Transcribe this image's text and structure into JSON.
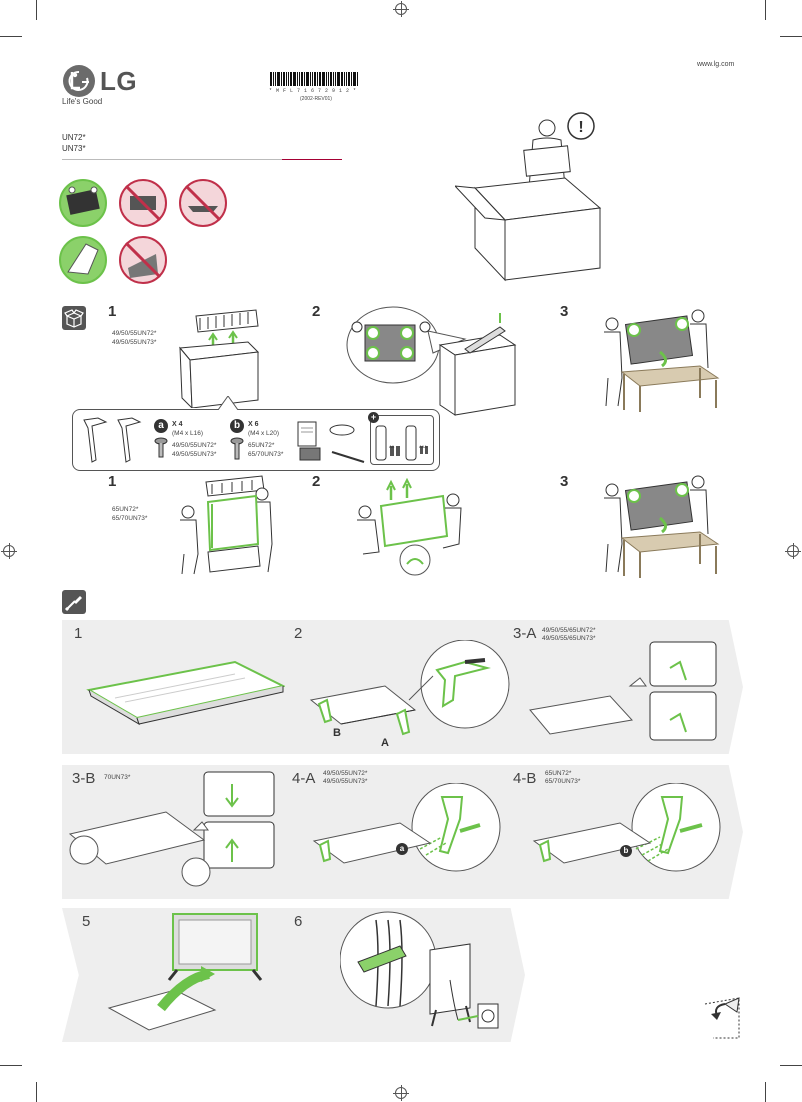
{
  "header": {
    "website": "www.lg.com",
    "brand": "LG",
    "tagline": "Life's Good",
    "barcode_text": "* M F L 7 1 6 7 2 9 1 2 *",
    "barcode_rev": "(2002-REV01)",
    "models": [
      "UN72*",
      "UN73*"
    ]
  },
  "unpacking": {
    "row_a": {
      "step1_num": "1",
      "step1_models": [
        "49/50/55UN72*",
        "49/50/55UN73*"
      ],
      "step2_num": "2",
      "step3_num": "3"
    },
    "components": {
      "a_label": "a",
      "a_qty": "X 4",
      "a_spec": "(M4 x L16)",
      "a_models": [
        "49/50/55UN72*",
        "49/50/55UN73*"
      ],
      "b_label": "b",
      "b_qty": "X 6",
      "b_spec": "(M4 x L20)",
      "b_models": [
        "65UN72*",
        "65/70UN73*"
      ],
      "extra_label_1": "AA",
      "extra_label_2": "AAA"
    },
    "row_b": {
      "step1_num": "1",
      "step1_models": [
        "65UN72*",
        "65/70UN73*"
      ],
      "step2_num": "2",
      "step3_num": "3"
    }
  },
  "assembly": {
    "p1": {
      "num": "1"
    },
    "p2": {
      "num": "2",
      "label_b": "B",
      "label_a": "A"
    },
    "p3a": {
      "num": "3-A",
      "models": [
        "49/50/55/65UN72*",
        "49/50/55/65UN73*"
      ]
    },
    "p3b": {
      "num": "3-B",
      "models": [
        "70UN73*"
      ]
    },
    "p4a": {
      "num": "4-A",
      "models": [
        "49/50/55UN72*",
        "49/50/55UN73*"
      ],
      "screw": "a"
    },
    "p4b": {
      "num": "4-B",
      "models": [
        "65UN72*",
        "65/70UN73*"
      ],
      "screw": "b"
    },
    "p5": {
      "num": "5"
    },
    "p6": {
      "num": "6"
    }
  },
  "colors": {
    "accent_green": "#6cc24a",
    "brand_red": "#a50034",
    "panel_gray": "#eeeeee"
  }
}
